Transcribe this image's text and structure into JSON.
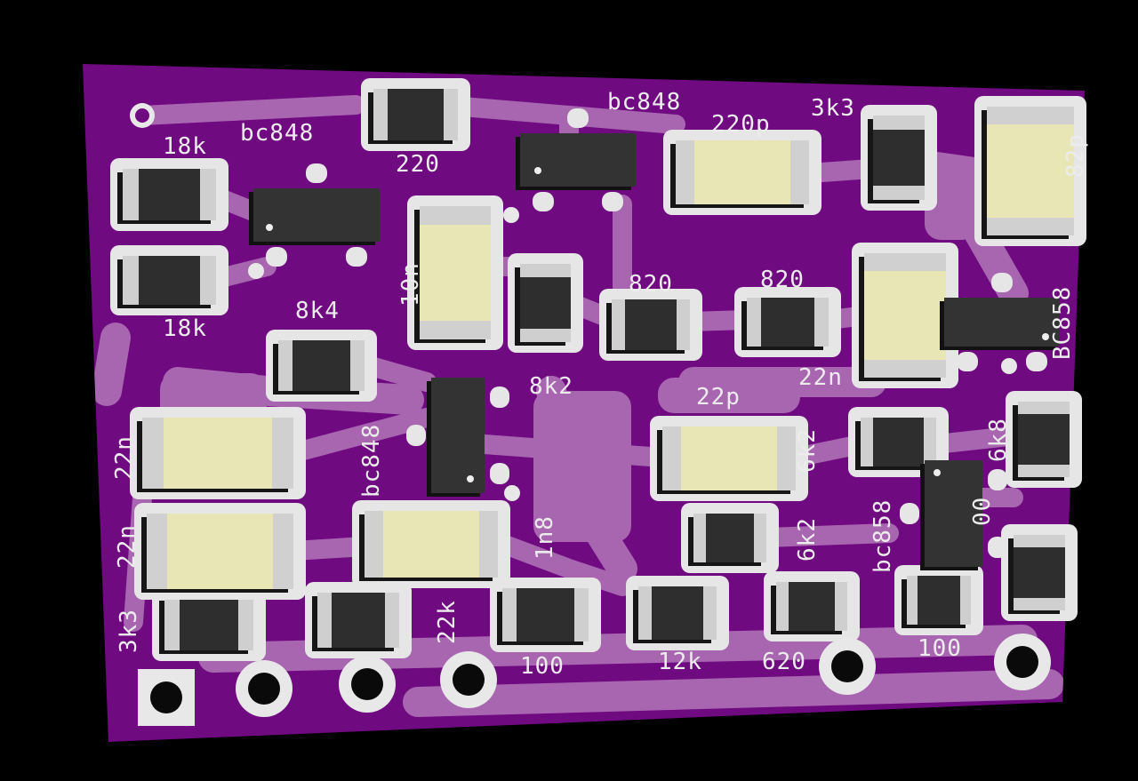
{
  "board": {
    "colors": {
      "soldermask": "#6f0a80",
      "trace": "#a866b0",
      "pad": "#e6e6e6",
      "silkscreen": "#ececec",
      "resistor_body": "#2e2e2e",
      "capacitor_body": "#e9e6b6"
    },
    "silkscreen_labels": [
      "18k",
      "bc848",
      "220",
      "bc848",
      "220p",
      "3k3",
      "18k",
      "8k4",
      "10n",
      "820",
      "820",
      "8k2",
      "22n",
      "22p",
      "6k2",
      "6k8",
      "22n",
      "bc848",
      "22n",
      "1n8",
      "6k2",
      "bc858",
      "00",
      "3k3",
      "22k",
      "100",
      "12k",
      "620",
      "100",
      "BC858",
      "82p"
    ],
    "resistor_count": 18,
    "capacitor_count": 8,
    "transistor_count": 5,
    "through_hole_count": 7
  }
}
